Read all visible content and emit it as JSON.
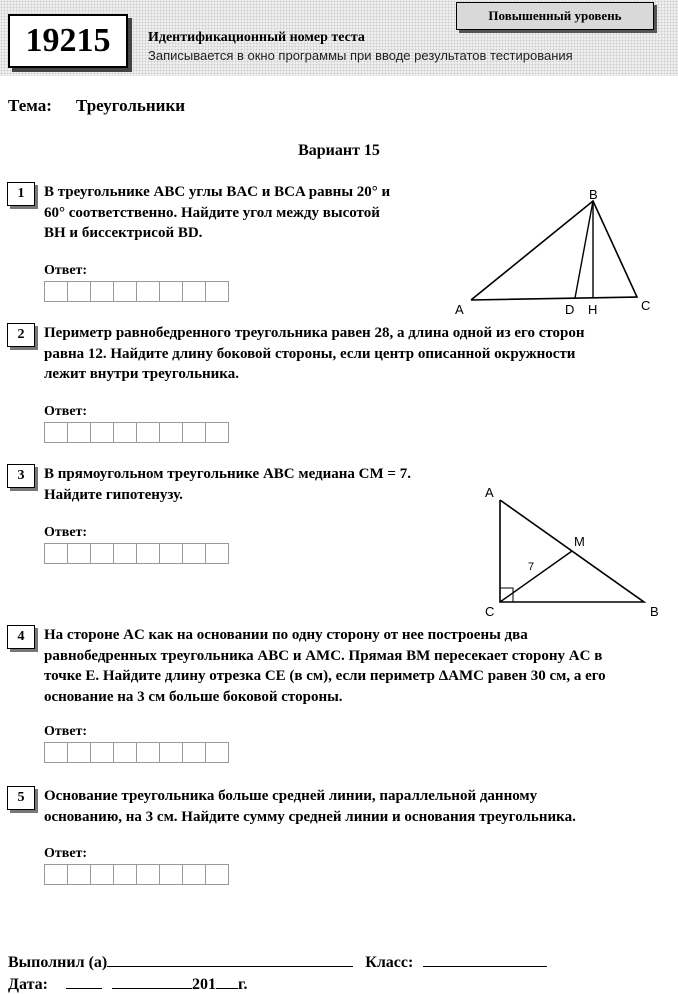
{
  "header": {
    "test_id": "19215",
    "id_caption": "Идентификационный номер теста",
    "id_subcaption": "Записывается в окно программы при вводе результатов тестирования",
    "level": "Повышенный уровень"
  },
  "topic": {
    "label": "Тема:",
    "value": "Треугольники"
  },
  "variant": "Вариант  15",
  "answer_label": "Ответ:",
  "questions": [
    {
      "number": "1",
      "lines": [
        "В треугольнике ABC углы BAC и BCA равны 20° и",
        "60° соответственно. Найдите угол между высотой",
        "BH и биссектрисой BD."
      ]
    },
    {
      "number": "2",
      "lines": [
        "Периметр равнобедренного треугольника равен 28, а длина одной из его сторон",
        "равна 12. Найдите длину боковой стороны, если центр описанной окружности",
        "лежит внутри треугольника."
      ]
    },
    {
      "number": "3",
      "lines": [
        "В прямоугольном треугольнике ABC медиана CM = 7.",
        "Найдите гипотенузу."
      ]
    },
    {
      "number": "4",
      "lines": [
        "На стороне AC как на основании по одну сторону от нее построены два",
        "равнобедренных треугольника ABC и AMC. Прямая BM пересекает сторону AC в",
        "точке E. Найдите длину отрезка CE (в см), если периметр ΔAMC равен 30 см, а его",
        "основание на 3 см больше боковой стороны."
      ]
    },
    {
      "number": "5",
      "lines": [
        "Основание треугольника больше средней линии, параллельной данному",
        "основанию, на 3 см. Найдите сумму средней линии и основания треугольника."
      ]
    }
  ],
  "figure1": {
    "labels": {
      "A": "A",
      "B": "B",
      "C": "C",
      "D": "D",
      "H": "H"
    }
  },
  "figure2": {
    "labels": {
      "A": "A",
      "B": "B",
      "C": "C",
      "M": "M",
      "median": "7"
    }
  },
  "footer": {
    "performed_by": "Выполнил (а)",
    "class_label": "Класс:",
    "date_label": "Дата:",
    "year_prefix": "201",
    "year_suffix": "г."
  }
}
